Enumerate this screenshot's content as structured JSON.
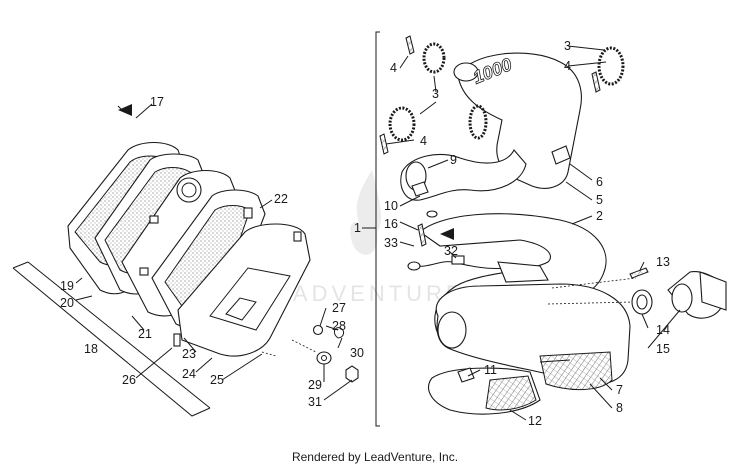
{
  "footer_text": "Rendered by LeadVenture, Inc.",
  "watermark_text": "LEADVENTURE",
  "muffler_logo": "1000",
  "callouts": {
    "c1": "1",
    "c2": "2",
    "c3a": "3",
    "c3b": "3",
    "c4a": "4",
    "c4b": "4",
    "c4c": "4",
    "c5": "5",
    "c6": "6",
    "c7": "7",
    "c8": "8",
    "c9": "9",
    "c10": "10",
    "c11": "11",
    "c12": "12",
    "c13": "13",
    "c14": "14",
    "c15": "15",
    "c16": "16",
    "c17": "17",
    "c18": "18",
    "c19": "19",
    "c20": "20",
    "c21": "21",
    "c22": "22",
    "c23": "23",
    "c24": "24",
    "c25": "25",
    "c26": "26",
    "c27": "27",
    "c28": "28",
    "c29": "29",
    "c30": "30",
    "c31": "31",
    "c32": "32",
    "c33": "33"
  },
  "colors": {
    "line": "#1a1a1a",
    "background": "#ffffff",
    "watermark": "#cfcfcf"
  }
}
